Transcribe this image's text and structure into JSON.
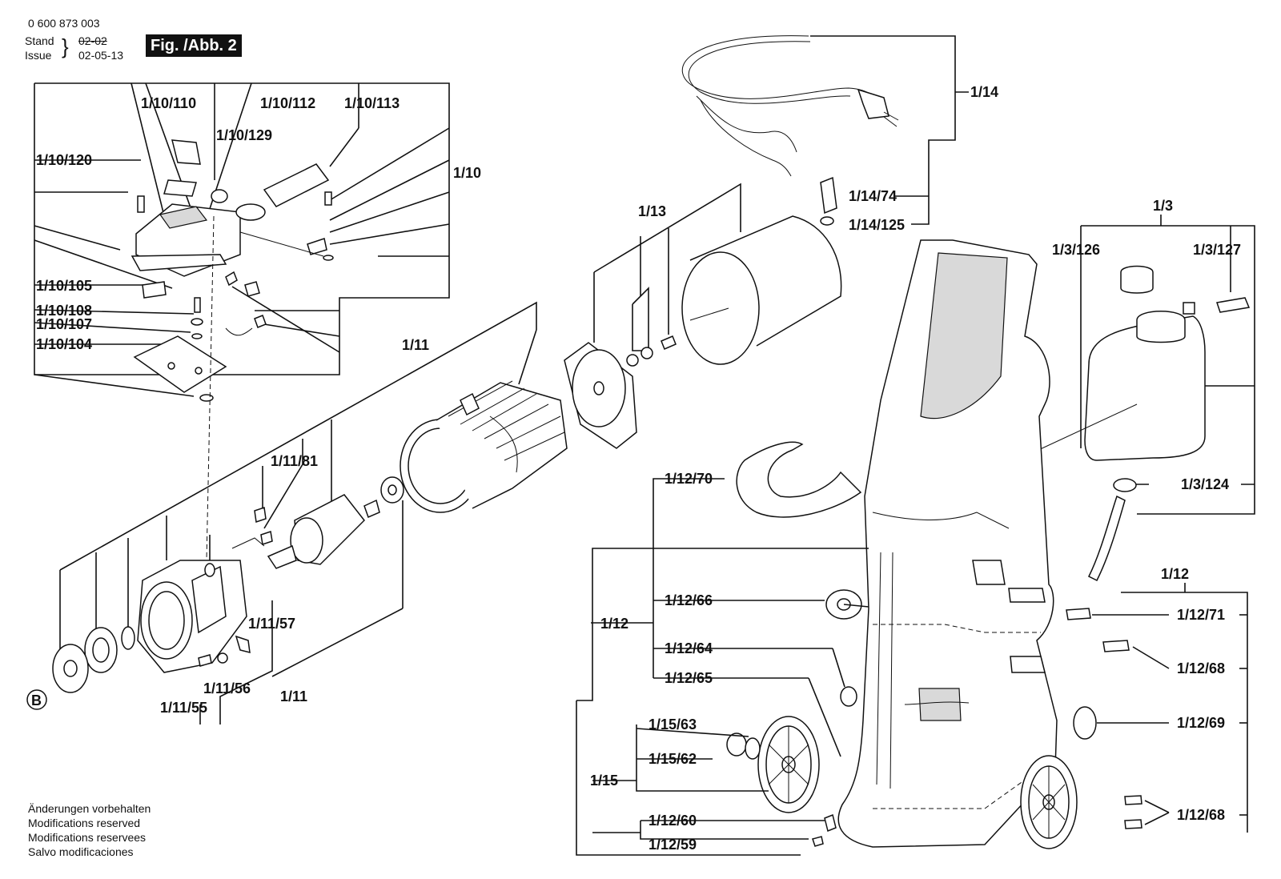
{
  "header": {
    "doc_number": "0 600 873 003",
    "stand_label": "Stand",
    "issue_label": "Issue",
    "stand_value_struck": "02-02",
    "issue_value": "02-05-13",
    "figure_tag": "Fig. /Abb. 2"
  },
  "callouts": {
    "c1": "1/10/110",
    "c2": "1/10/112",
    "c3": "1/10/113",
    "c4": "1/10/129",
    "c5": "1/10/120",
    "c6": "1/10",
    "c7": "1/10/105",
    "c8": "1/10/108",
    "c9": "1/10/107",
    "c10": "1/10/104",
    "c11": "1/11",
    "c12": "1/11/81",
    "c13": "1/11/57",
    "c14": "1/11/56",
    "c15": "1/11/55",
    "c16": "1/11",
    "c17": "B",
    "c18": "1/13",
    "c19": "1/14",
    "c20": "1/14/74",
    "c21": "1/14/125",
    "c22": "1/3",
    "c23": "1/3/126",
    "c24": "1/3/127",
    "c25": "1/3/124",
    "c26": "1/12/70",
    "c27": "1/12",
    "c28": "1/12/66",
    "c29": "1/12/64",
    "c30": "1/12/65",
    "c31": "1/15/63",
    "c32": "1/15/62",
    "c33": "1/15",
    "c34": "1/12/60",
    "c35": "1/12/59",
    "c36": "1/12",
    "c37": "1/12/71",
    "c38": "1/12/68",
    "c39": "1/12/69",
    "c40": "1/12/68"
  },
  "footer_notes": [
    "Änderungen vorbehalten",
    "Modifications reserved",
    "Modifications reservees",
    "Salvo modificaciones"
  ]
}
